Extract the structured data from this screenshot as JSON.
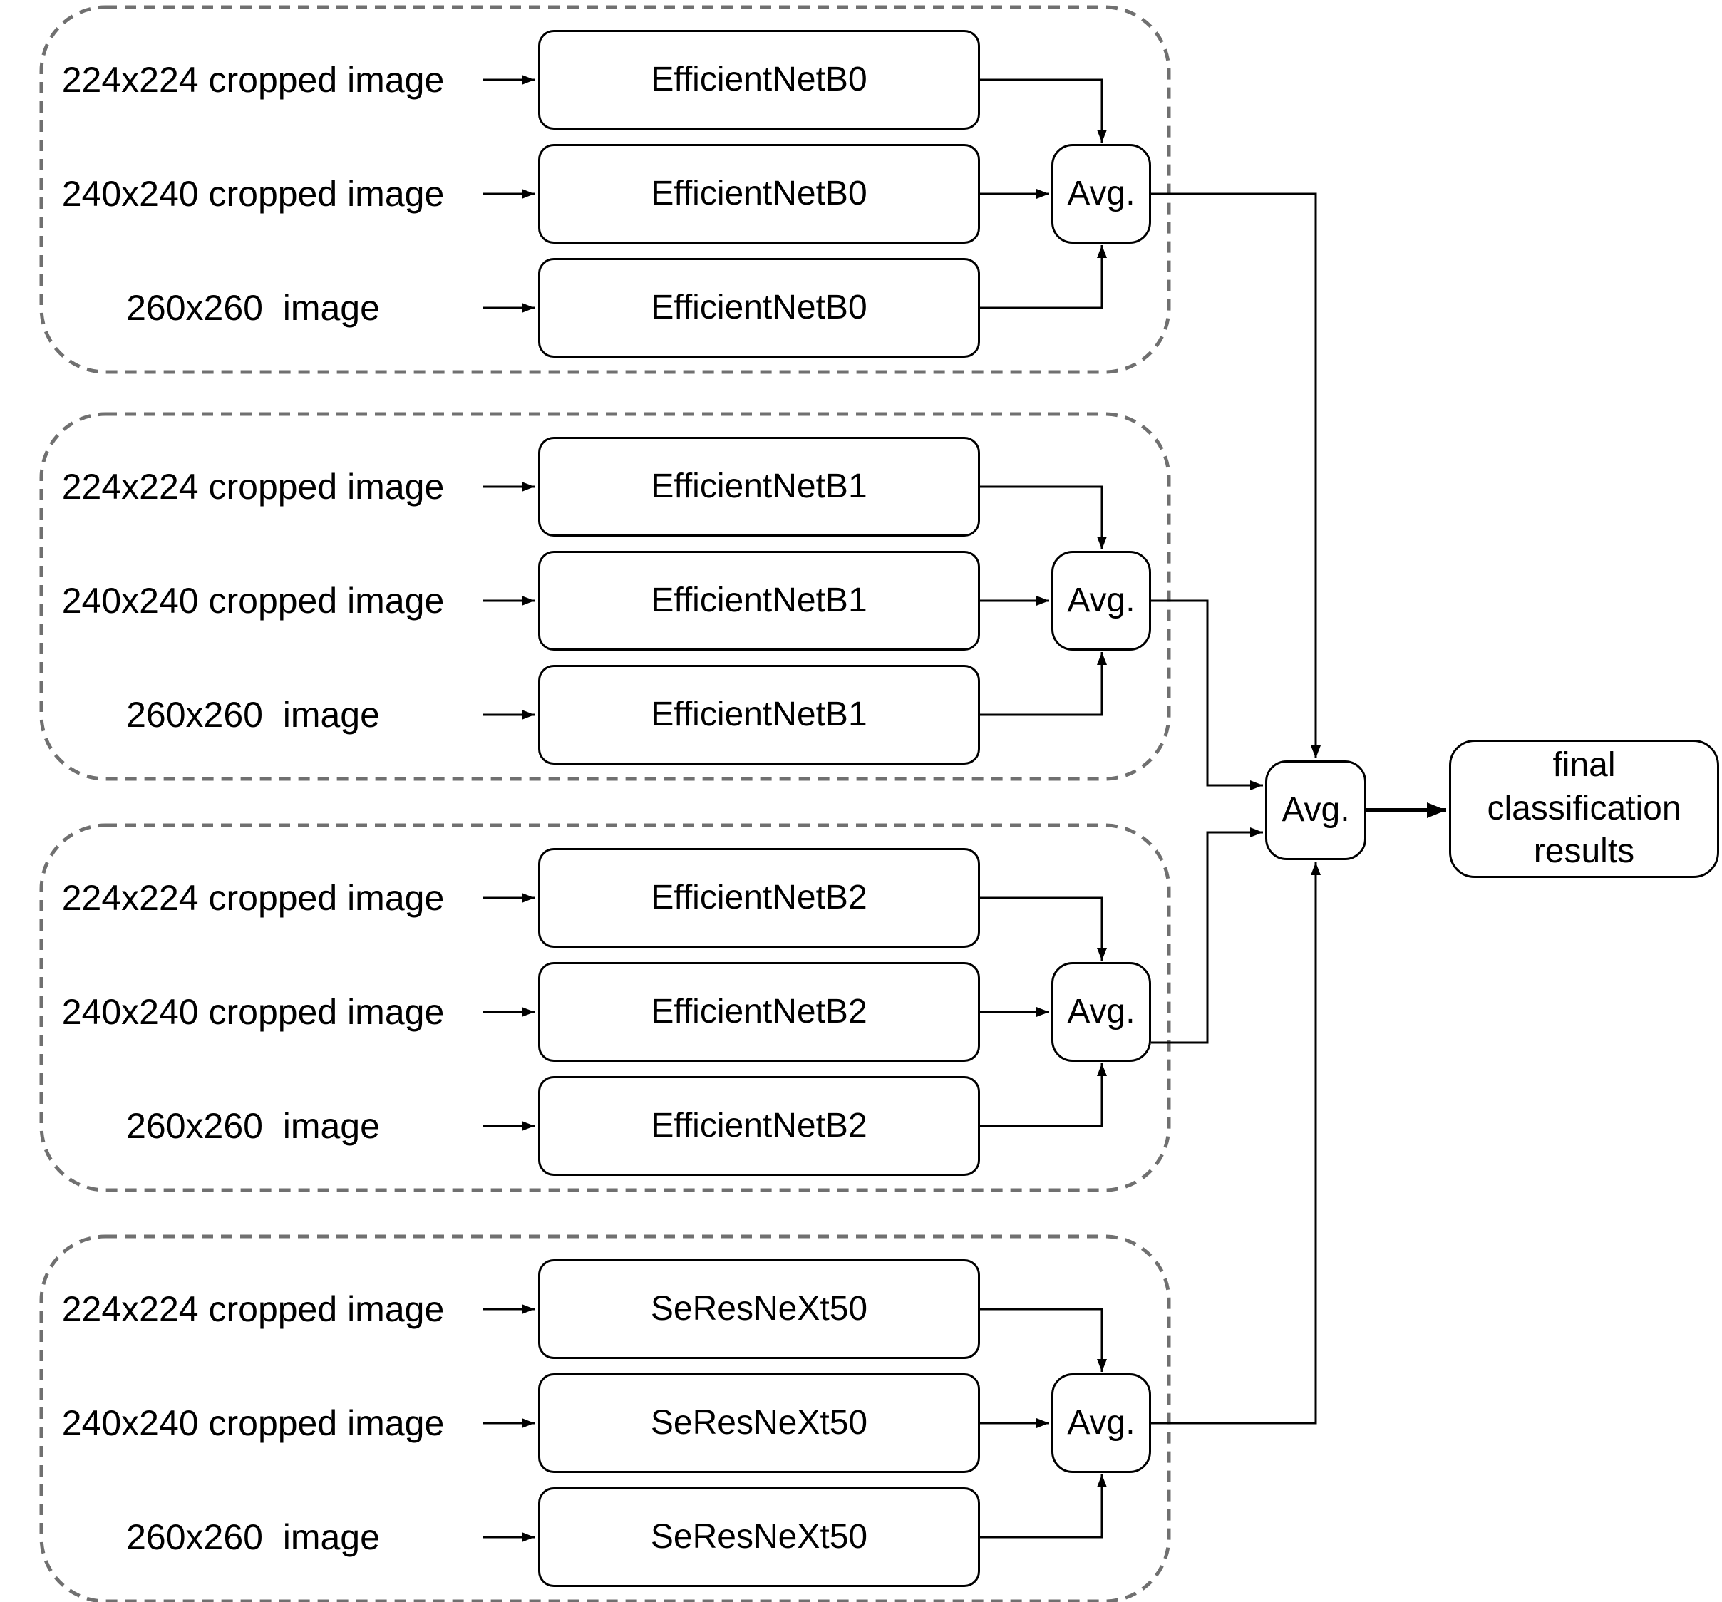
{
  "diagram": {
    "groups": [
      {
        "inputs": [
          "224x224 cropped image",
          "240x240 cropped image",
          "260x260  image"
        ],
        "models": [
          "EfficientNetB0",
          "EfficientNetB0",
          "EfficientNetB0"
        ],
        "avg": "Avg."
      },
      {
        "inputs": [
          "224x224 cropped image",
          "240x240 cropped image",
          "260x260  image"
        ],
        "models": [
          "EfficientNetB1",
          "EfficientNetB1",
          "EfficientNetB1"
        ],
        "avg": "Avg."
      },
      {
        "inputs": [
          "224x224 cropped image",
          "240x240 cropped image",
          "260x260  image"
        ],
        "models": [
          "EfficientNetB2",
          "EfficientNetB2",
          "EfficientNetB2"
        ],
        "avg": "Avg."
      },
      {
        "inputs": [
          "224x224 cropped image",
          "240x240 cropped image",
          "260x260  image"
        ],
        "models": [
          "SeResNeXt50",
          "SeResNeXt50",
          "SeResNeXt50"
        ],
        "avg": "Avg."
      }
    ],
    "final_avg": "Avg.",
    "final_results": "final\nclassification\nresults"
  },
  "colors": {
    "line": "#000000",
    "group_border": "#707070",
    "background": "#ffffff",
    "text": "#000000"
  }
}
